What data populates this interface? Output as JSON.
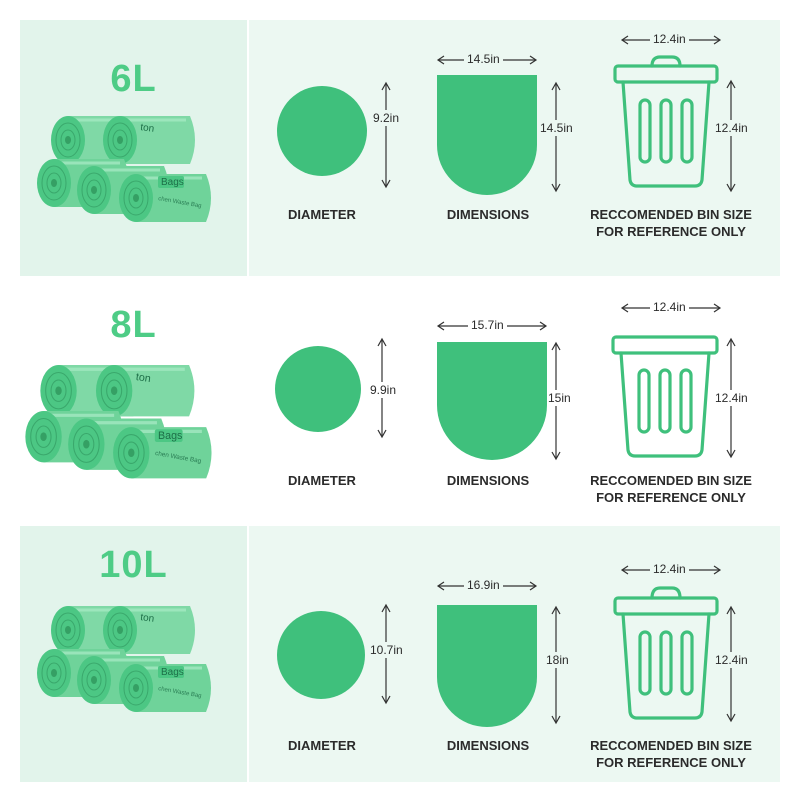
{
  "colors": {
    "accent": "#4ecc86",
    "bag_green": "#3fc07c",
    "panel_left": "#e2f4eb",
    "panel_right": "#ecf8f2",
    "text": "#2b2b2b"
  },
  "captions": {
    "diameter": "DIAMETER",
    "dimensions": "DIMENSIONS",
    "bin_line1": "RECCOMENDED BIN SIZE",
    "bin_line2": "FOR REFERENCE ONLY"
  },
  "roll_print": {
    "bags": "Bags",
    "brand_fragment": "ton",
    "small_print": "chen Waste Bag"
  },
  "icons": {
    "circle": "circle-shape-icon",
    "bag": "bag-silhouette-icon",
    "bin": "trash-bin-icon"
  },
  "rows": [
    {
      "size": "6L",
      "diameter": "9.2in",
      "bag_width": "14.5in",
      "bag_height": "14.5in",
      "bin_width": "12.4in",
      "bin_height": "12.4in"
    },
    {
      "size": "8L",
      "diameter": "9.9in",
      "bag_width": "15.7in",
      "bag_height": "15in",
      "bin_width": "12.4in",
      "bin_height": "12.4in"
    },
    {
      "size": "10L",
      "diameter": "10.7in",
      "bag_width": "16.9in",
      "bag_height": "18in",
      "bin_width": "12.4in",
      "bin_height": "12.4in"
    }
  ]
}
